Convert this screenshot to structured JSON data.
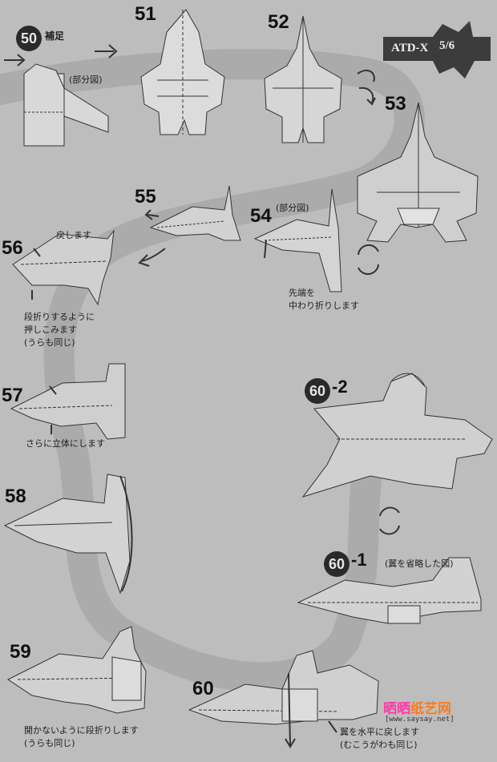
{
  "header": {
    "badge_title": "ATD-X",
    "badge_page": "5/6"
  },
  "steps": {
    "s50": {
      "num": "50",
      "label": "補足",
      "note": "(部分図)"
    },
    "s51": {
      "num": "51"
    },
    "s52": {
      "num": "52"
    },
    "s53": {
      "num": "53"
    },
    "s54": {
      "num": "54",
      "note_top": "(部分図)",
      "note_1": "先端を",
      "note_2": "中わり折りします"
    },
    "s55": {
      "num": "55"
    },
    "s56": {
      "num": "56",
      "note_top": "戻します",
      "note_1": "段折りするように",
      "note_2": "押しこみます",
      "note_3": "(うらも同じ)"
    },
    "s57": {
      "num": "57",
      "note": "さらに立体にします"
    },
    "s58": {
      "num": "58"
    },
    "s59": {
      "num": "59",
      "note_1": "開かないように段折りします",
      "note_2": "(うらも同じ)"
    },
    "s60": {
      "num": "60",
      "note_1": "翼を水平に戻します",
      "note_2": "(むこうがわも同じ)"
    },
    "s60_1": {
      "num": "60",
      "suffix": "-1",
      "note": "(翼を省略した図)"
    },
    "s60_2": {
      "num": "60",
      "suffix": "-2"
    }
  },
  "footer": {
    "brand_a": "晒晒",
    "brand_b": "纸艺网",
    "url": "[www.saysay.net]"
  }
}
